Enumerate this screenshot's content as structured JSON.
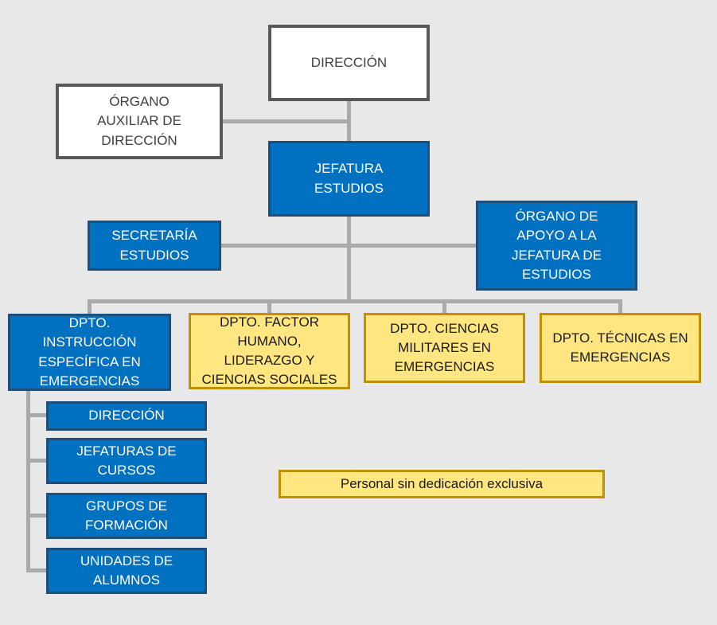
{
  "diagram": {
    "type": "org-chart",
    "background_color": "#e8e8e8",
    "connector_color": "#a9a9a9",
    "colors": {
      "white_box_fill": "#ffffff",
      "white_box_border": "#595959",
      "blue_box_fill": "#0070c0",
      "blue_box_border": "#1f4e79",
      "yellow_box_fill": "#ffe681",
      "yellow_box_border": "#bf9000",
      "text_on_blue": "#ffffff",
      "text_on_white": "#404040",
      "text_on_yellow": "#1a1a1a"
    },
    "nodes": {
      "direccion": {
        "label": "DIRECCIÓN",
        "style": "white"
      },
      "organo_auxiliar": {
        "label": "ÓRGANO\nAUXILIAR DE\nDIRECCIÓN",
        "style": "white"
      },
      "jefatura_estudios": {
        "label": "JEFATURA\nESTUDIOS",
        "style": "blue"
      },
      "secretaria_estudios": {
        "label": "SECRETARÍA\nESTUDIOS",
        "style": "blue"
      },
      "organo_apoyo": {
        "label": "ÓRGANO DE\nAPOYO A LA\nJEFATURA DE\nESTUDIOS",
        "style": "blue"
      },
      "dpto_instruccion": {
        "label": "DPTO.\nINSTRUCCIÓN\nESPECÍFICA EN\nEMERGENCIAS",
        "style": "blue"
      },
      "dpto_factor_humano": {
        "label": "DPTO. FACTOR\nHUMANO,\nLIDERAZGO Y\nCIENCIAS SOCIALES",
        "style": "yellow"
      },
      "dpto_ciencias_militares": {
        "label": "DPTO. CIENCIAS\nMILITARES EN\nEMERGENCIAS",
        "style": "yellow"
      },
      "dpto_tecnicas": {
        "label": "DPTO. TÉCNICAS EN\nEMERGENCIAS",
        "style": "yellow"
      },
      "sub_direccion": {
        "label": "DIRECCIÓN",
        "style": "blue"
      },
      "jefaturas_cursos": {
        "label": "JEFATURAS DE\nCURSOS",
        "style": "blue"
      },
      "grupos_formacion": {
        "label": "GRUPOS DE\nFORMACIÓN",
        "style": "blue"
      },
      "unidades_alumnos": {
        "label": "UNIDADES DE\nALUMNOS",
        "style": "blue"
      }
    },
    "legend": {
      "label": "Personal sin dedicación exclusiva",
      "style": "yellow"
    }
  }
}
